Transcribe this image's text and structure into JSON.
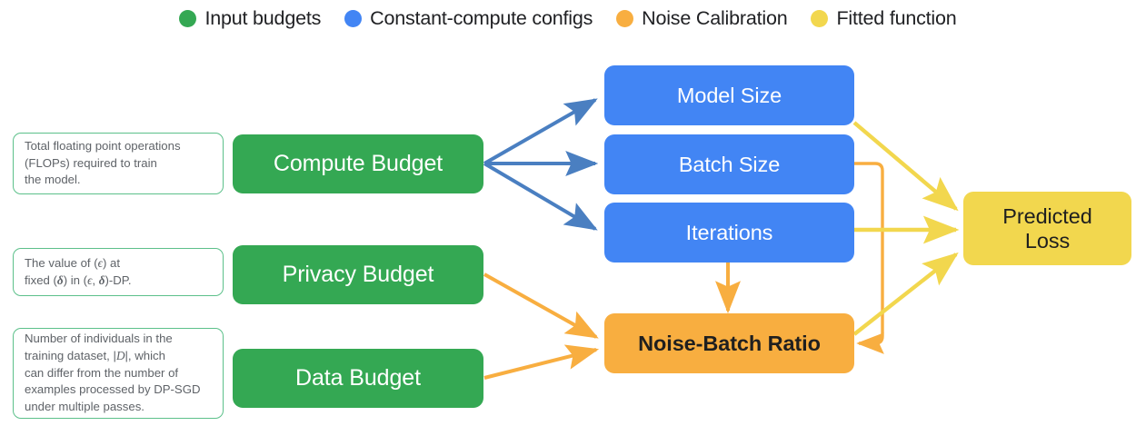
{
  "legend": {
    "items": [
      {
        "label": "Input budgets",
        "color": "#34A853",
        "icon": "legend-dot-green"
      },
      {
        "label": "Constant-compute configs",
        "color": "#4285F4",
        "icon": "legend-dot-blue"
      },
      {
        "label": "Noise Calibration",
        "color": "#F8AE40",
        "icon": "legend-dot-orange"
      },
      {
        "label": "Fitted function",
        "color": "#F2D74E",
        "icon": "legend-dot-yellow"
      }
    ]
  },
  "nodes": {
    "compute_budget": "Compute Budget",
    "privacy_budget": "Privacy Budget",
    "data_budget": "Data Budget",
    "model_size": "Model Size",
    "batch_size": "Batch Size",
    "iterations": "Iterations",
    "noise_batch_ratio": "Noise-Batch Ratio",
    "predicted_loss_line1": "Predicted",
    "predicted_loss_line2": "Loss"
  },
  "notes": {
    "compute": {
      "line1": "Total floating point operations",
      "line2": "(FLOPs) required to train",
      "line3": "the model."
    },
    "privacy": {
      "seg1": "The value of (",
      "eps1": "ϵ",
      "seg2": ") at",
      "seg3": "fixed (",
      "del1": "δ",
      "seg4": ") in (",
      "eps2": "ϵ",
      "seg5": ", ",
      "del2": "δ",
      "seg6": ")-DP."
    },
    "data": {
      "line1": "Number of individuals in the",
      "line2a": "training dataset, |",
      "line2d": "D",
      "line2b": "|, which",
      "line3": "can differ from the number of",
      "line4": "examples processed by DP-SGD",
      "line5": "under multiple passes."
    }
  },
  "colors": {
    "green": "#34A853",
    "blue": "#4285F4",
    "orange": "#F8AE40",
    "yellow": "#F2D74E",
    "arrow_blue": "#4A7FC1",
    "arrow_orange": "#F8AE40",
    "arrow_yellow": "#F2D74E",
    "note_border": "#5CC08A",
    "note_text": "#5f6368",
    "legend_text": "#202124"
  }
}
